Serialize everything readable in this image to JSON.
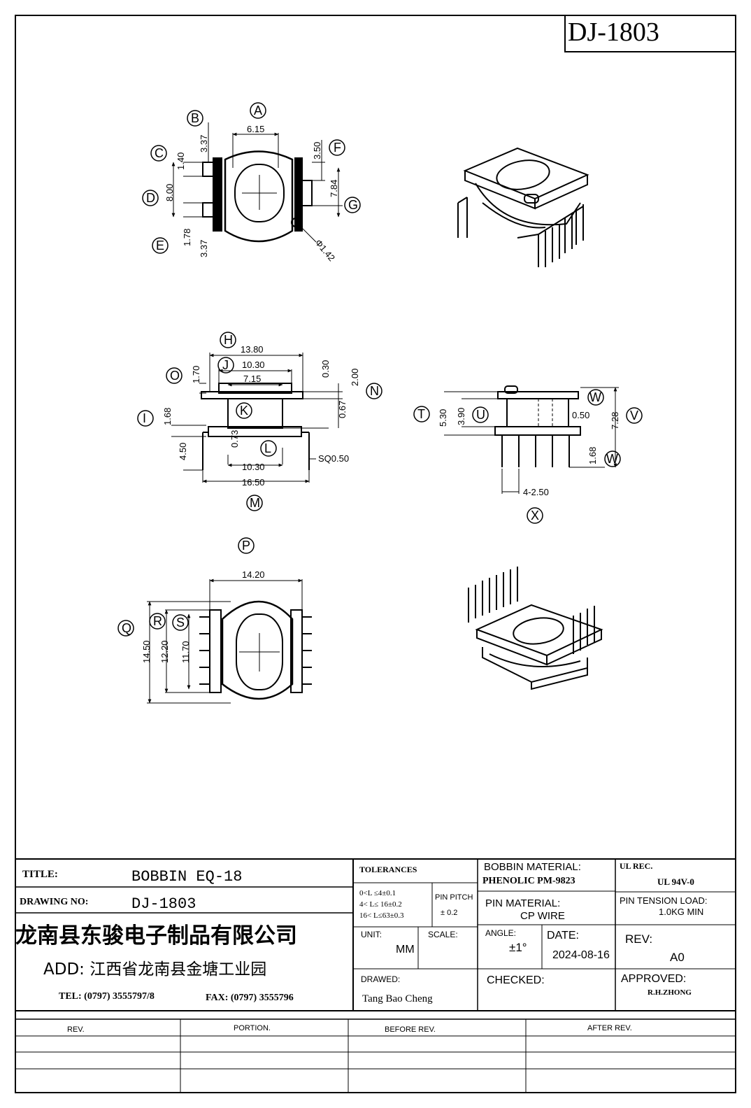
{
  "drawing_number_box": "DJ-1803",
  "callouts": [
    "A",
    "B",
    "C",
    "D",
    "E",
    "F",
    "G",
    "H",
    "J",
    "O",
    "I",
    "K",
    "L",
    "M",
    "N",
    "P",
    "Q",
    "R",
    "S",
    "T",
    "U",
    "W",
    "V",
    "W",
    "X"
  ],
  "dims": {
    "top_a": "6.15",
    "top_b": "3.37",
    "top_c": "1.40",
    "top_d": "8.00",
    "top_e1": "1.78",
    "top_e2": "3.37",
    "top_f": "3.50",
    "top_g": "7.84",
    "top_hole": "Φ1.42",
    "front_h": "13.80",
    "front_j": "10.30",
    "front_k": "7.15",
    "front_o": "1.70",
    "front_i": "1.68",
    "front_n1": "0.30",
    "front_n2": "2.00",
    "front_n3": "0.67",
    "front_pin": "4.50",
    "front_l1": "0.73",
    "front_l2": "10.30",
    "front_m": "16.50",
    "front_sq": "SQ0.50",
    "side_t": "5.30",
    "side_u": "3.90",
    "side_w": "0.50",
    "side_v": "7.28",
    "side_w2": "1.68",
    "side_x": "4-2.50",
    "bottom_p": "14.20",
    "bottom_q": "14.50",
    "bottom_r": "12.20",
    "bottom_s": "11.70"
  },
  "title_block": {
    "title_label": "TITLE:",
    "title_value": "BOBBIN EQ-18",
    "drawing_no_label": "DRAWING NO:",
    "drawing_no_value": "DJ-1803",
    "company": "龙南县东骏电子制品有限公司",
    "address": "ADD: 江西省龙南县金塘工业园",
    "tel": "TEL: (0797) 3555797/8",
    "fax": "FAX: (0797) 3555796",
    "tolerances_label": "TOLERANCES",
    "tol_line1": "0<L ≤4±0.1",
    "tol_line2": "4< L≤ 16±0.2",
    "tol_line3": "16< L≤63±0.3",
    "pin_pitch_label": "PIN PITCH",
    "pin_pitch_value": "± 0.2",
    "unit_label": "UNIT:",
    "unit_value": "MM",
    "scale_label": "SCALE:",
    "drawed_label": "DRAWED:",
    "drawed_value": "Tang Bao Cheng",
    "bobbin_material_label": "BOBBIN MATERIAL:",
    "bobbin_material_value": "PHENOLIC  PM-9823",
    "pin_material_label": "PIN MATERIAL:",
    "pin_material_value": "CP  WIRE",
    "angle_label": "ANGLE:",
    "angle_value": "±1°",
    "date_label": "DATE:",
    "date_value": "2024-08-16",
    "checked_label": "CHECKED:",
    "ul_label": "UL REC.",
    "ul_value": "UL  94V-0",
    "pin_tension_label": "PIN TENSION LOAD:",
    "pin_tension_value": "1.0KG MIN",
    "rev_label": "REV:",
    "rev_value": "A0",
    "approved_label": "APPROVED:",
    "approved_value": "R.H.ZHONG"
  },
  "rev_table": {
    "headers": [
      "REV.",
      "PORTION.",
      "BEFORE REV.",
      "AFTER REV."
    ]
  }
}
